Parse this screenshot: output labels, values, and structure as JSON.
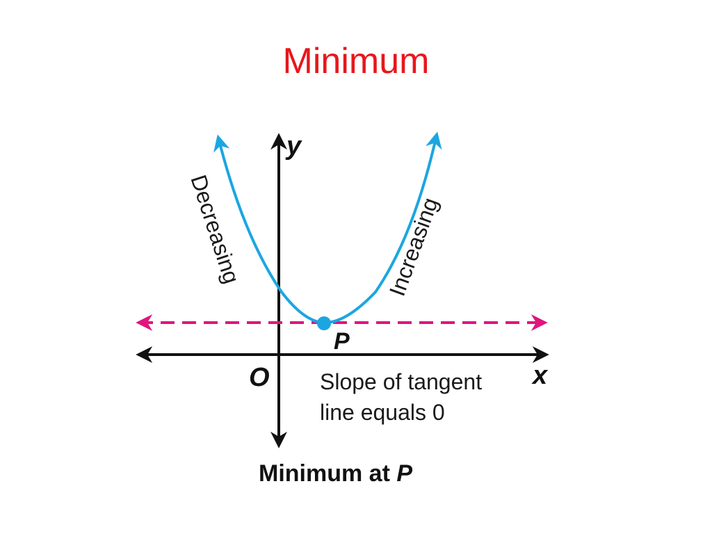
{
  "title": "Minimum",
  "axes": {
    "x_label": "x",
    "y_label": "y",
    "origin_label": "O"
  },
  "curve": {
    "left_label": "Decreasing",
    "right_label": "Increasing"
  },
  "point": {
    "label": "P"
  },
  "tangent_note": {
    "line1": "Slope of tangent",
    "line2": "line equals 0"
  },
  "caption": {
    "text": "Minimum at ",
    "point": "P"
  },
  "colors": {
    "title": "#e8161b",
    "curve": "#1ba6e1",
    "tangent": "#e0157f",
    "axes": "#111111"
  }
}
